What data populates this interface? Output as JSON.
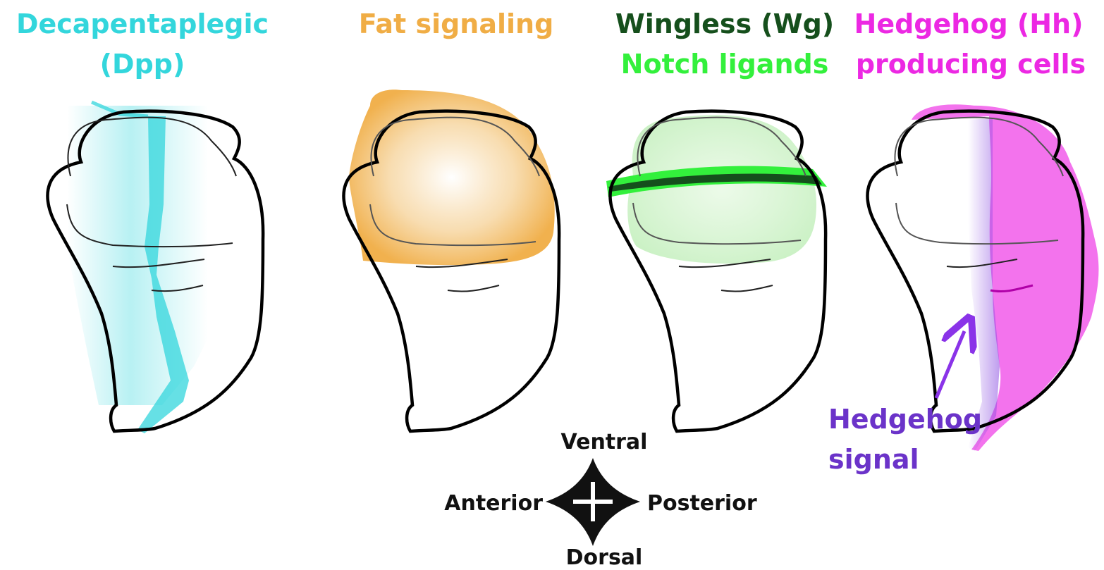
{
  "panels": [
    {
      "id": "dpp",
      "title_lines": [
        "Decapentaplegic",
        "(Dpp)"
      ],
      "color": "#33d6dc"
    },
    {
      "id": "fat",
      "title_lines": [
        "Fat signaling"
      ],
      "color": "#f0ad45"
    },
    {
      "id": "wg",
      "title_lines": [
        "Wingless (Wg)",
        "Notch ligands"
      ],
      "colors": [
        "#154f1c",
        "#33f03c"
      ]
    },
    {
      "id": "hh",
      "title_lines": [
        "Hedgehog (Hh)",
        "producing cells"
      ],
      "color": "#ec28e3",
      "signal_lines": [
        "Hedgehog",
        "signal"
      ],
      "signal_color": "#6b33c9"
    }
  ],
  "axes": {
    "top": "Ventral",
    "bottom": "Dorsal",
    "left": "Anterior",
    "right": "Posterior"
  }
}
